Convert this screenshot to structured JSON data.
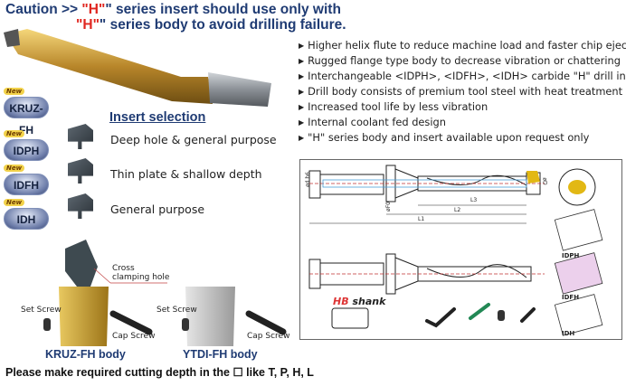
{
  "caution": {
    "prefix": "Caution >> ",
    "q1": "\"",
    "h": "H",
    "line1_rest": "\" series insert should use only with",
    "line2_rest": "\" series body to avoid drilling failure."
  },
  "features": [
    "Higher helix flute to reduce machine load and faster chip ejection",
    "Rugged flange type body to decrease vibration or chattering",
    "Interchangeable <IDPH>, <IDFH>, <IDH> carbide \"H\" drill inserts",
    "Drill body consists of premium tool steel with heat treatment",
    "Increased tool life by less vibration",
    "Internal coolant fed design",
    "\"H\" series body and insert available upon request only"
  ],
  "badges": {
    "new": "New",
    "kruz": "KRUZ-FH"
  },
  "insert_selection": {
    "heading": "Insert selection",
    "items": [
      {
        "code": "IDPH",
        "desc": "Deep hole & general purpose"
      },
      {
        "code": "IDFH",
        "desc": "Thin plate & shallow depth"
      },
      {
        "code": "IDH",
        "desc": "General purpose"
      }
    ]
  },
  "assembly": {
    "cross": "Cross",
    "clamping": "clamping hole",
    "set_screw": "Set Screw",
    "cap_screw": "Cap Screw",
    "kruz_body": "KRUZ-FH body",
    "ytdi_body": "YTDI-FH body"
  },
  "drawing": {
    "dh6": "ød h6",
    "dd": "øD",
    "df": "øF0",
    "l1": "L1",
    "l2": "L2",
    "l3": "L3",
    "hb": "HB",
    "shank": "shank",
    "inserts": [
      "IDPH",
      "IDFH",
      "IDH"
    ]
  },
  "footer": "Please make required cutting depth in the ☐ like T, P, H, L",
  "colors": {
    "title": "#1f3b73",
    "accent_red": "#e0261f",
    "gold": "#c9a23a"
  }
}
